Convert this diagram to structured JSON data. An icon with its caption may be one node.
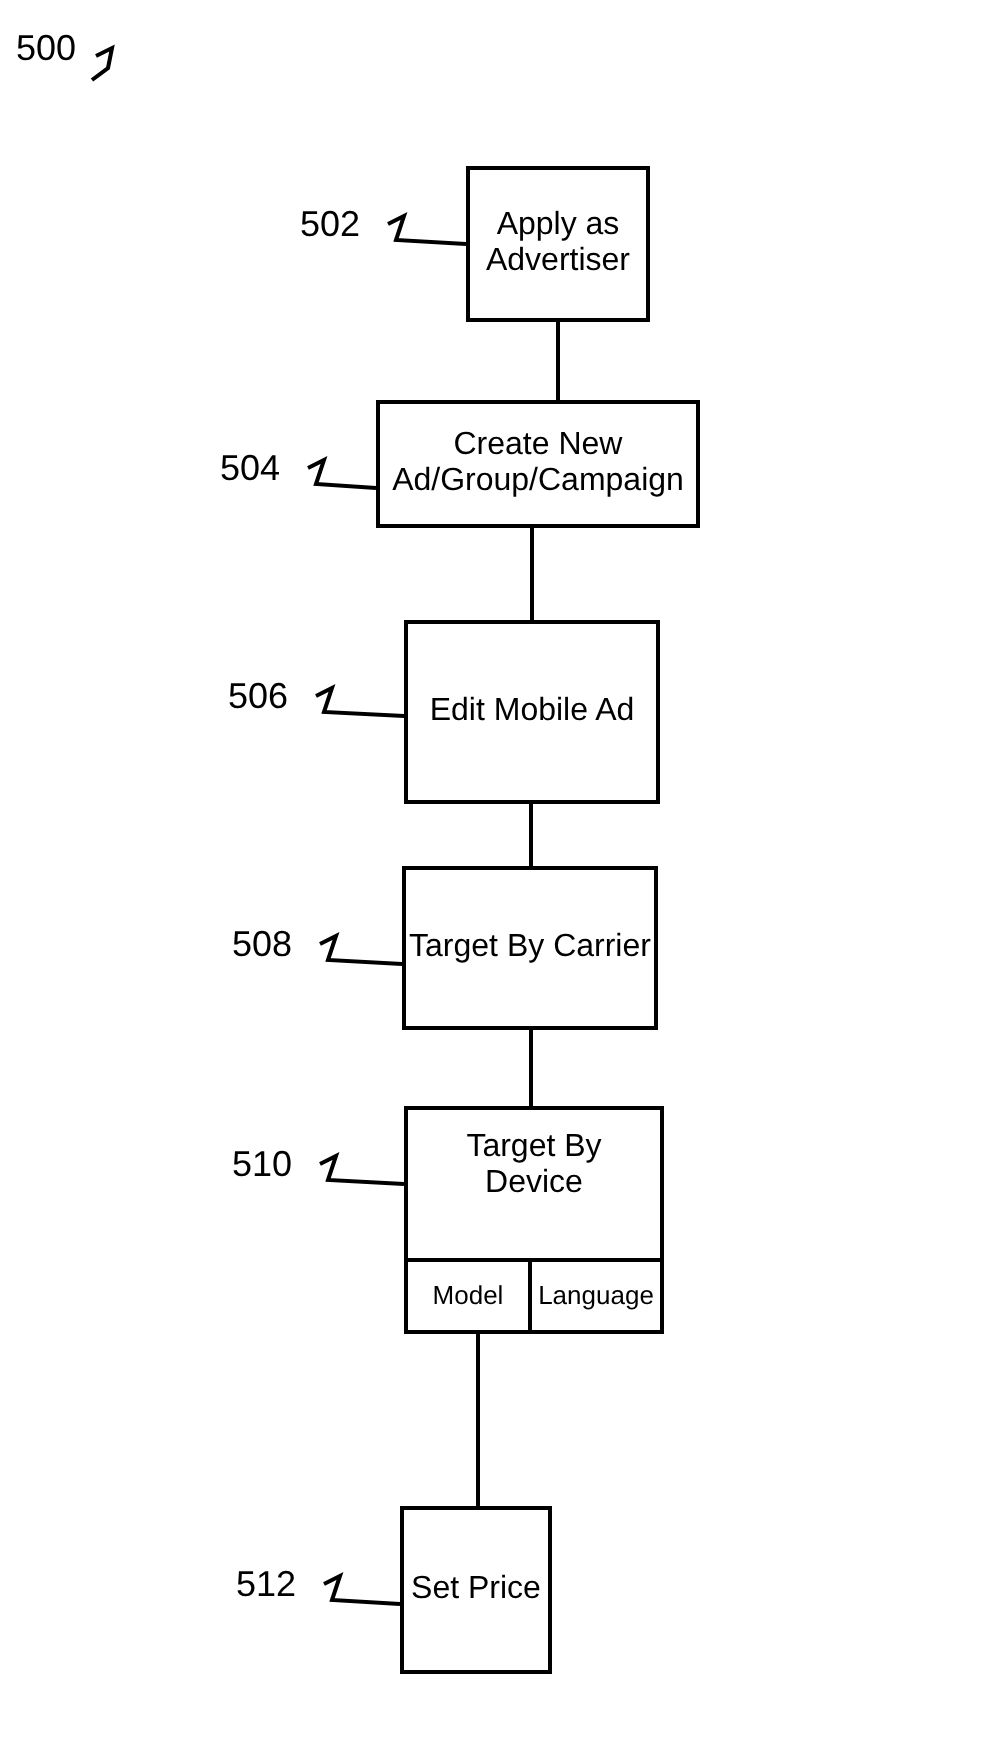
{
  "diagram": {
    "nodes": [
      {
        "text": [
          "502"
        ]
      },
      {
        "text": [
          "Apply as Advertiser"
        ]
      },
      {
        "text": [
          "504"
        ]
      },
      {
        "text": [
          "Create New Ad/Group/Campaign"
        ]
      },
      {
        "text": [
          "506"
        ]
      },
      {
        "text": [
          "Edit Mobile Ad"
        ]
      },
      {
        "text": [
          "508"
        ]
      },
      {
        "text": [
          "Target By Carrier"
        ]
      },
      {
        "text": [
          "510"
        ]
      },
      {
        "text": [
          "Target By Device"
        ]
      },
      {
        "text": [
          "Model"
        ],
        "in": 9
      },
      {
        "text": [
          "Language"
        ],
        "in": 9
      },
      {
        "text": [
          "512"
        ]
      },
      {
        "text": [
          "Set Price"
        ]
      }
    ],
    "edges": [
      {
        "from": 0,
        "to": 1,
        "arrow": "none"
      },
      {
        "from": 2,
        "to": 3,
        "arrow": "none"
      },
      {
        "from": 4,
        "to": 5,
        "arrow": "none"
      },
      {
        "from": 6,
        "to": 7,
        "arrow": "none"
      },
      {
        "from": 8,
        "to": 9,
        "arrow": "none"
      },
      {
        "from": 12,
        "to": 13,
        "arrow": "none"
      },
      {
        "from": 1,
        "to": 3,
        "arrow": "none"
      },
      {
        "from": 3,
        "to": 5,
        "arrow": "none"
      },
      {
        "from": 5,
        "to": 7,
        "arrow": "none"
      },
      {
        "from": 7,
        "to": 9,
        "arrow": "none"
      },
      {
        "from": 9,
        "to": 13,
        "arrow": "none"
      }
    ],
    "labels": [
      "500"
    ]
  }
}
